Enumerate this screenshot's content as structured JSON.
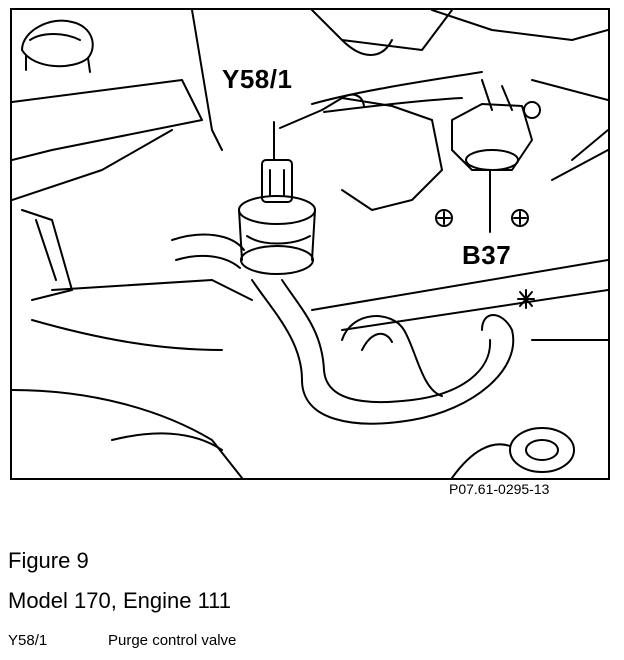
{
  "figure": {
    "callouts": {
      "y58": "Y58/1",
      "b37": "B37"
    },
    "reference_code": "P07.61-0295-13",
    "title": "Figure 9",
    "subtitle": "Model 170, Engine 111",
    "legend": [
      {
        "code": "Y58/1",
        "description": "Purge control valve"
      }
    ]
  }
}
